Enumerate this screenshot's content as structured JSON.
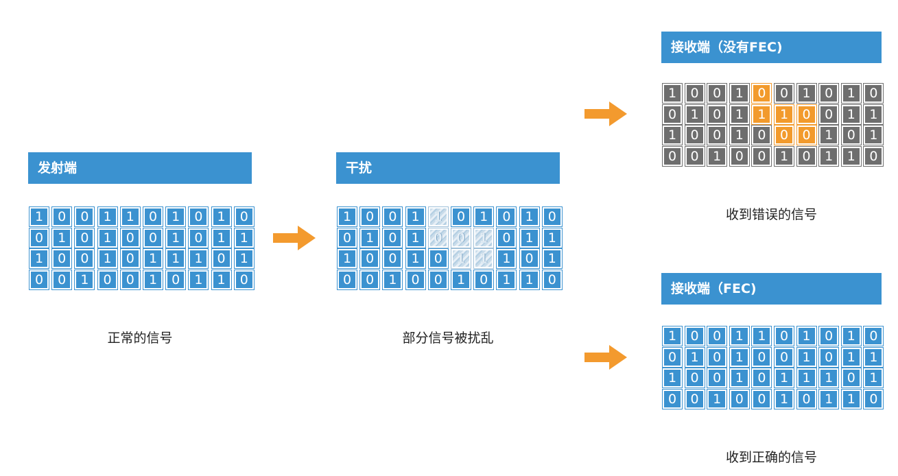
{
  "colors": {
    "blue": "#3b92d0",
    "gray": "#6e6e6e",
    "orange": "#f29a2c",
    "arrow": "#f39a2e"
  },
  "icons": {
    "flow_arrow": "arrow-right-icon"
  },
  "panels": [
    {
      "id": "sender",
      "header": "发射端",
      "caption": "正常的信号",
      "rows": [
        "1001101010",
        "0101001011",
        "1001011101",
        "0010010110"
      ],
      "cell_styles": [
        "bbbbbbbbbb",
        "bbbbbbbbbb",
        "bbbbbbbbbb",
        "bbbbbbbbbb"
      ]
    },
    {
      "id": "interference",
      "header": "干扰",
      "caption": "部分信号被扰乱",
      "rows": [
        "1001101010",
        "0101001011",
        "1001011101",
        "0010010110"
      ],
      "cell_styles": [
        "bbbbsbbbbb",
        "bbbbsssbbb",
        "bbbbbssbbb",
        "bbbbbbbbbb"
      ]
    },
    {
      "id": "receiver-no-fec",
      "header": "接收端（没有FEC)",
      "caption": "收到错误的信号",
      "rows": [
        "1001001010",
        "0101110011",
        "1001000101",
        "0010010110"
      ],
      "cell_styles": [
        "ggggoggggg",
        "ggggoooggg",
        "gggggooggg",
        "gggggggggg"
      ]
    },
    {
      "id": "receiver-fec",
      "header": "接收端（FEC)",
      "caption": "收到正确的信号",
      "rows": [
        "1001101010",
        "0101001011",
        "1001011101",
        "0010010110"
      ],
      "cell_styles": [
        "bbbbbbbbbb",
        "bbbbbbbbbb",
        "bbbbbbbbbb",
        "bbbbbbbbbb"
      ]
    }
  ]
}
